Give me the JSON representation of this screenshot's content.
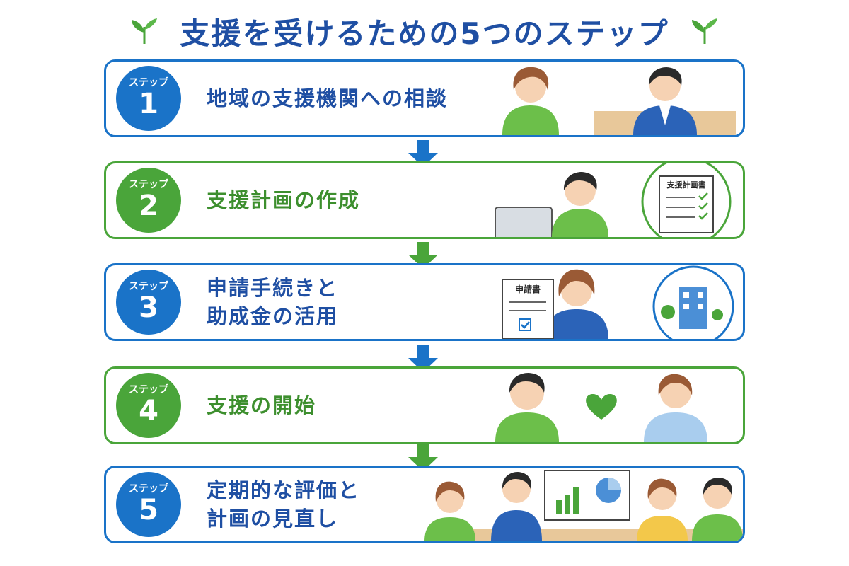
{
  "title": "支援を受けるための5つのステップ",
  "colors": {
    "blue": "#1a73c8",
    "green": "#4aa53a",
    "title": "#1f4fa3"
  },
  "steps": [
    {
      "label": "ステップ",
      "number": "1",
      "lines": [
        "地域の支援機関への相談"
      ],
      "color": "blue"
    },
    {
      "label": "ステップ",
      "number": "2",
      "lines": [
        "支援計画の作成"
      ],
      "color": "green",
      "doc_title": "支援計画書"
    },
    {
      "label": "ステップ",
      "number": "3",
      "lines": [
        "申請手続きと",
        "助成金の活用"
      ],
      "color": "blue",
      "doc_title": "申請書"
    },
    {
      "label": "ステップ",
      "number": "4",
      "lines": [
        "支援の開始"
      ],
      "color": "green"
    },
    {
      "label": "ステップ",
      "number": "5",
      "lines": [
        "定期的な評価と",
        "計画の見直し"
      ],
      "color": "blue"
    }
  ],
  "icons": [
    "sprout-icon",
    "arrow-down-icon",
    "person-icon",
    "laptop-icon",
    "document-icon",
    "checkbox-icon",
    "building-icon",
    "tree-icon",
    "heart-icon",
    "chart-board-icon"
  ]
}
